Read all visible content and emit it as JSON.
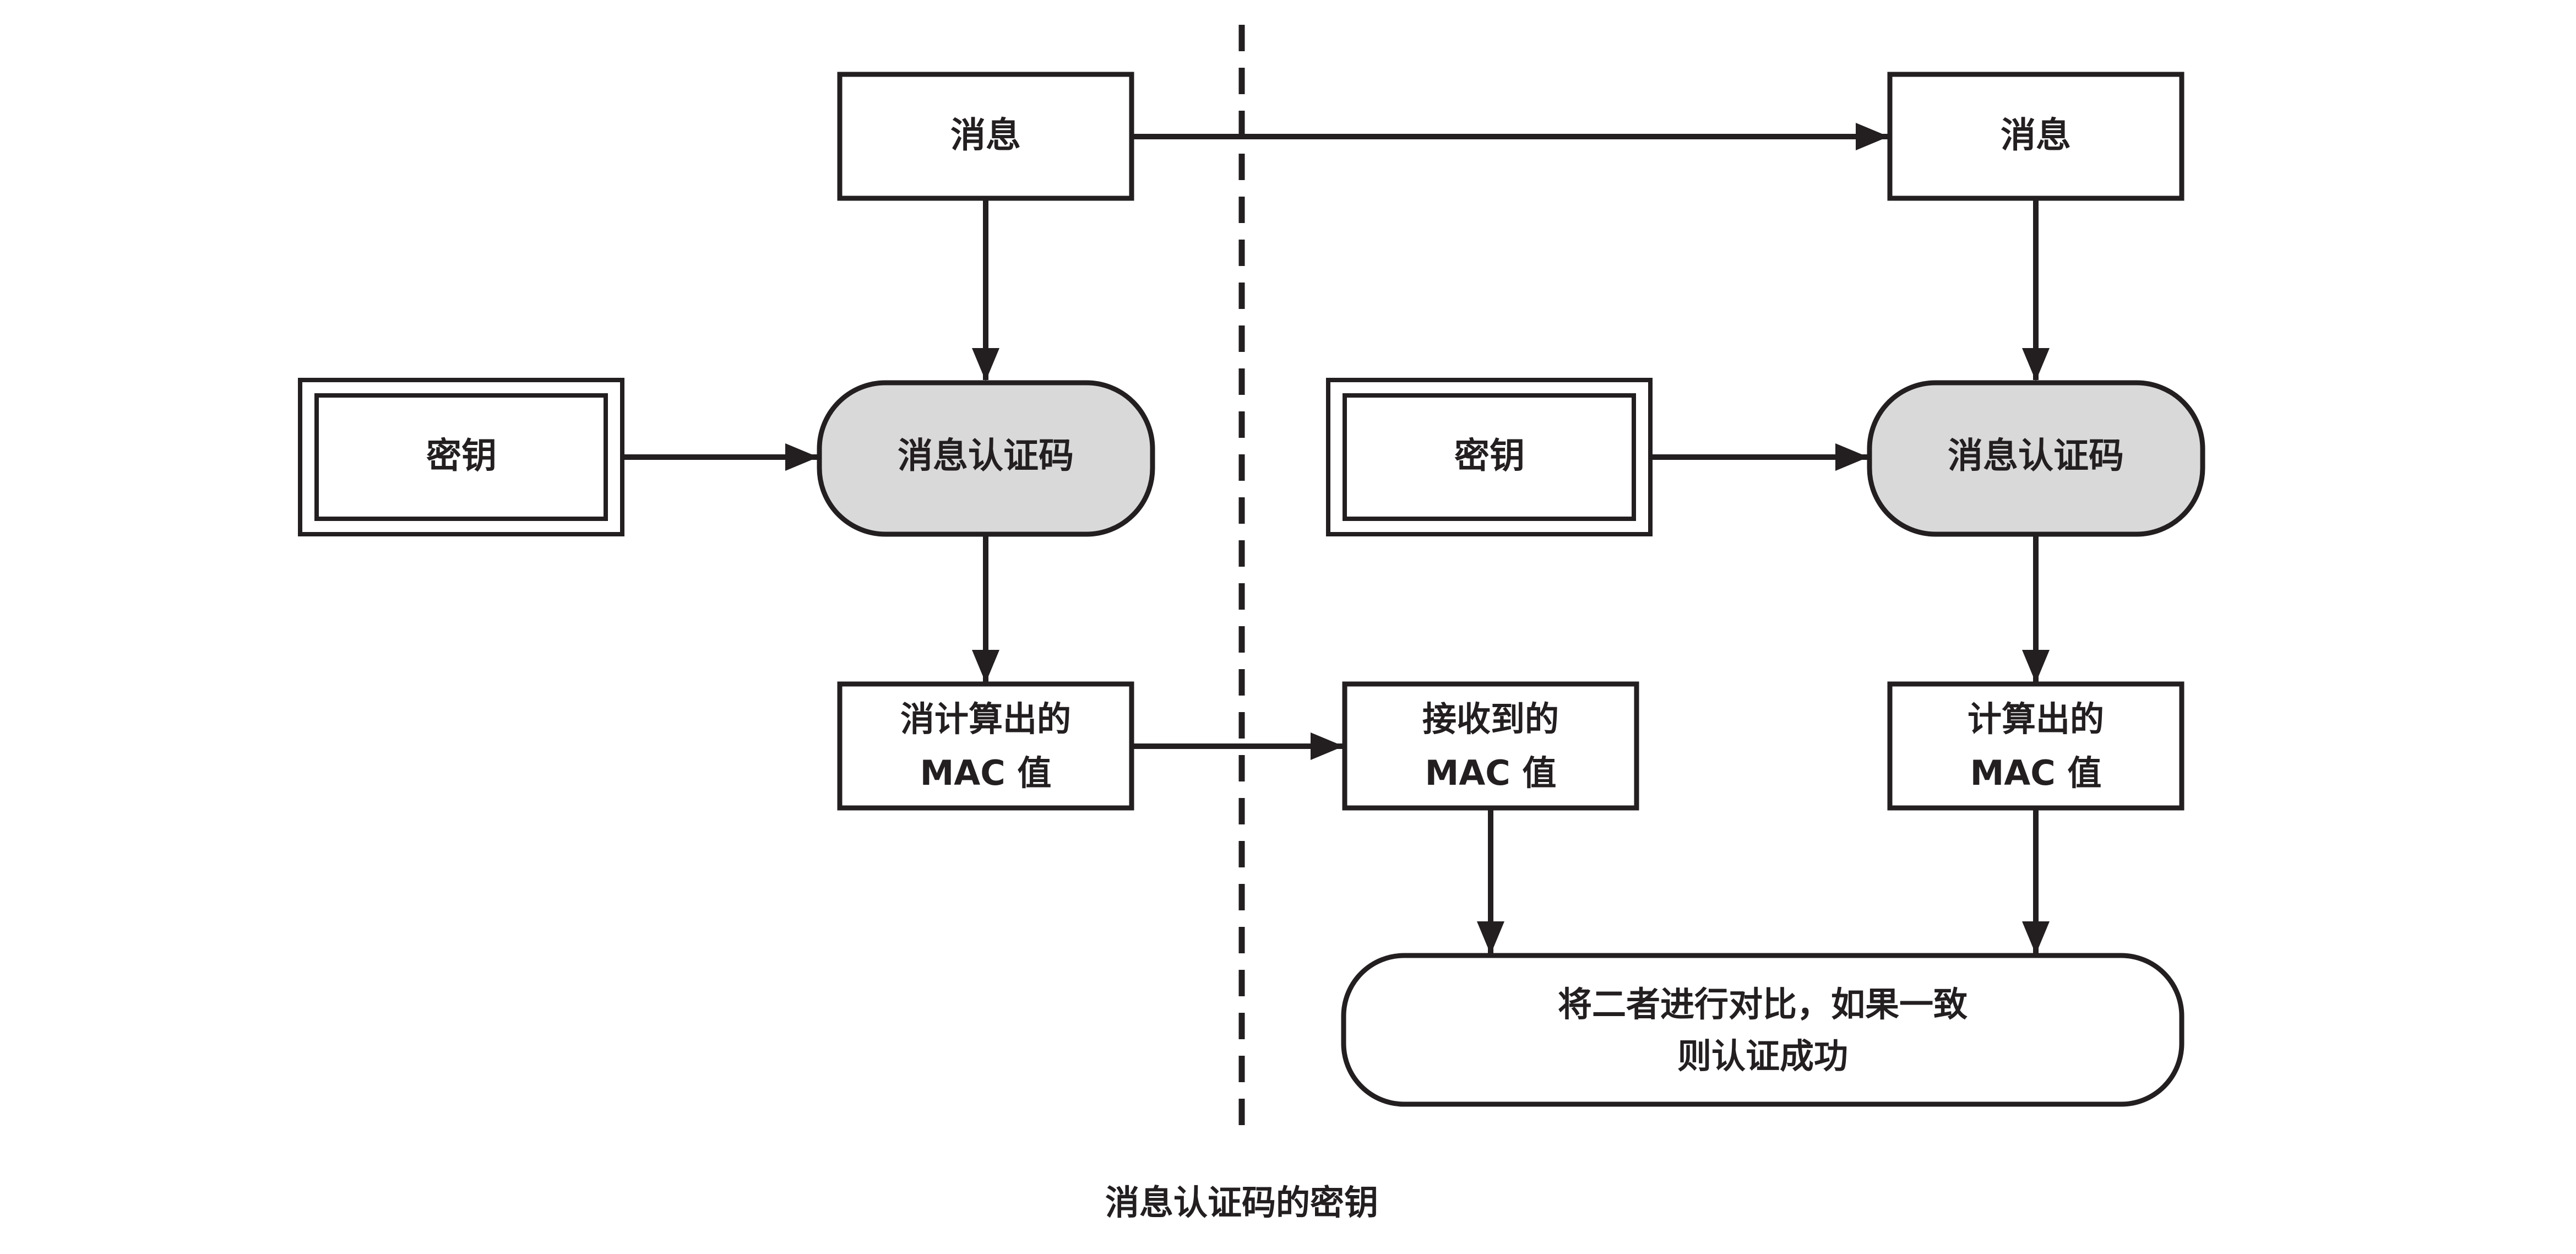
{
  "diagram": {
    "left": {
      "message": "消息",
      "key": "密钥",
      "mac_function": "消息认证码",
      "computed_mac_line1": "消计算出的",
      "computed_mac_line2": "MAC 值"
    },
    "right": {
      "message": "消息",
      "key": "密钥",
      "mac_function": "消息认证码",
      "received_mac_line1": "接收到的",
      "received_mac_line2": "MAC 值",
      "computed_mac_line1": "计算出的",
      "computed_mac_line2": "MAC 值",
      "compare_line1": "将二者进行对比，如果一致",
      "compare_line2": "则认证成功"
    },
    "caption": "消息认证码的密钥"
  }
}
